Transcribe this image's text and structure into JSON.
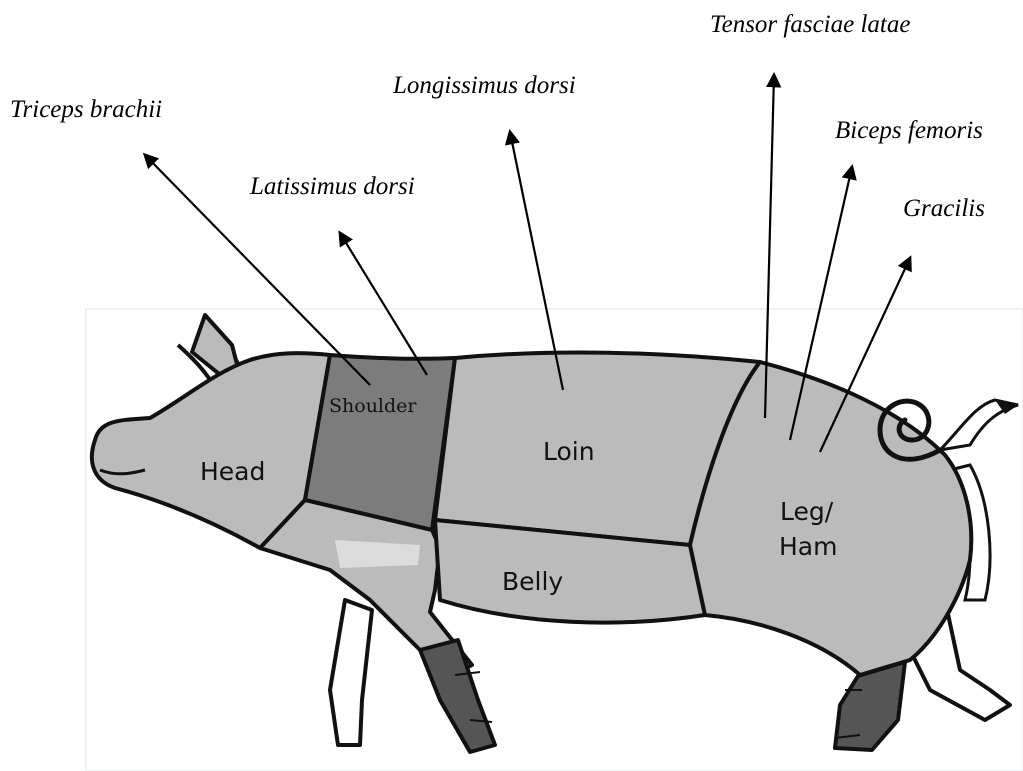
{
  "muscle_labels": {
    "triceps": "Triceps brachii",
    "latissimus": "Latissimus dorsi",
    "longissimus": "Longissimus dorsi",
    "tensor": "Tensor fasciae latae",
    "biceps": "Biceps femoris",
    "gracilis": "Gracilis"
  },
  "cut_labels": {
    "head": "Head",
    "shoulder": "Shoulder",
    "loin": "Loin",
    "belly": "Belly",
    "leg_line1": "Leg/",
    "leg_line2": "Ham"
  },
  "colors": {
    "body": "#bbbbbb",
    "shoulder": "#7c7c7c",
    "hoof": "#555555",
    "outline": "#111111"
  }
}
